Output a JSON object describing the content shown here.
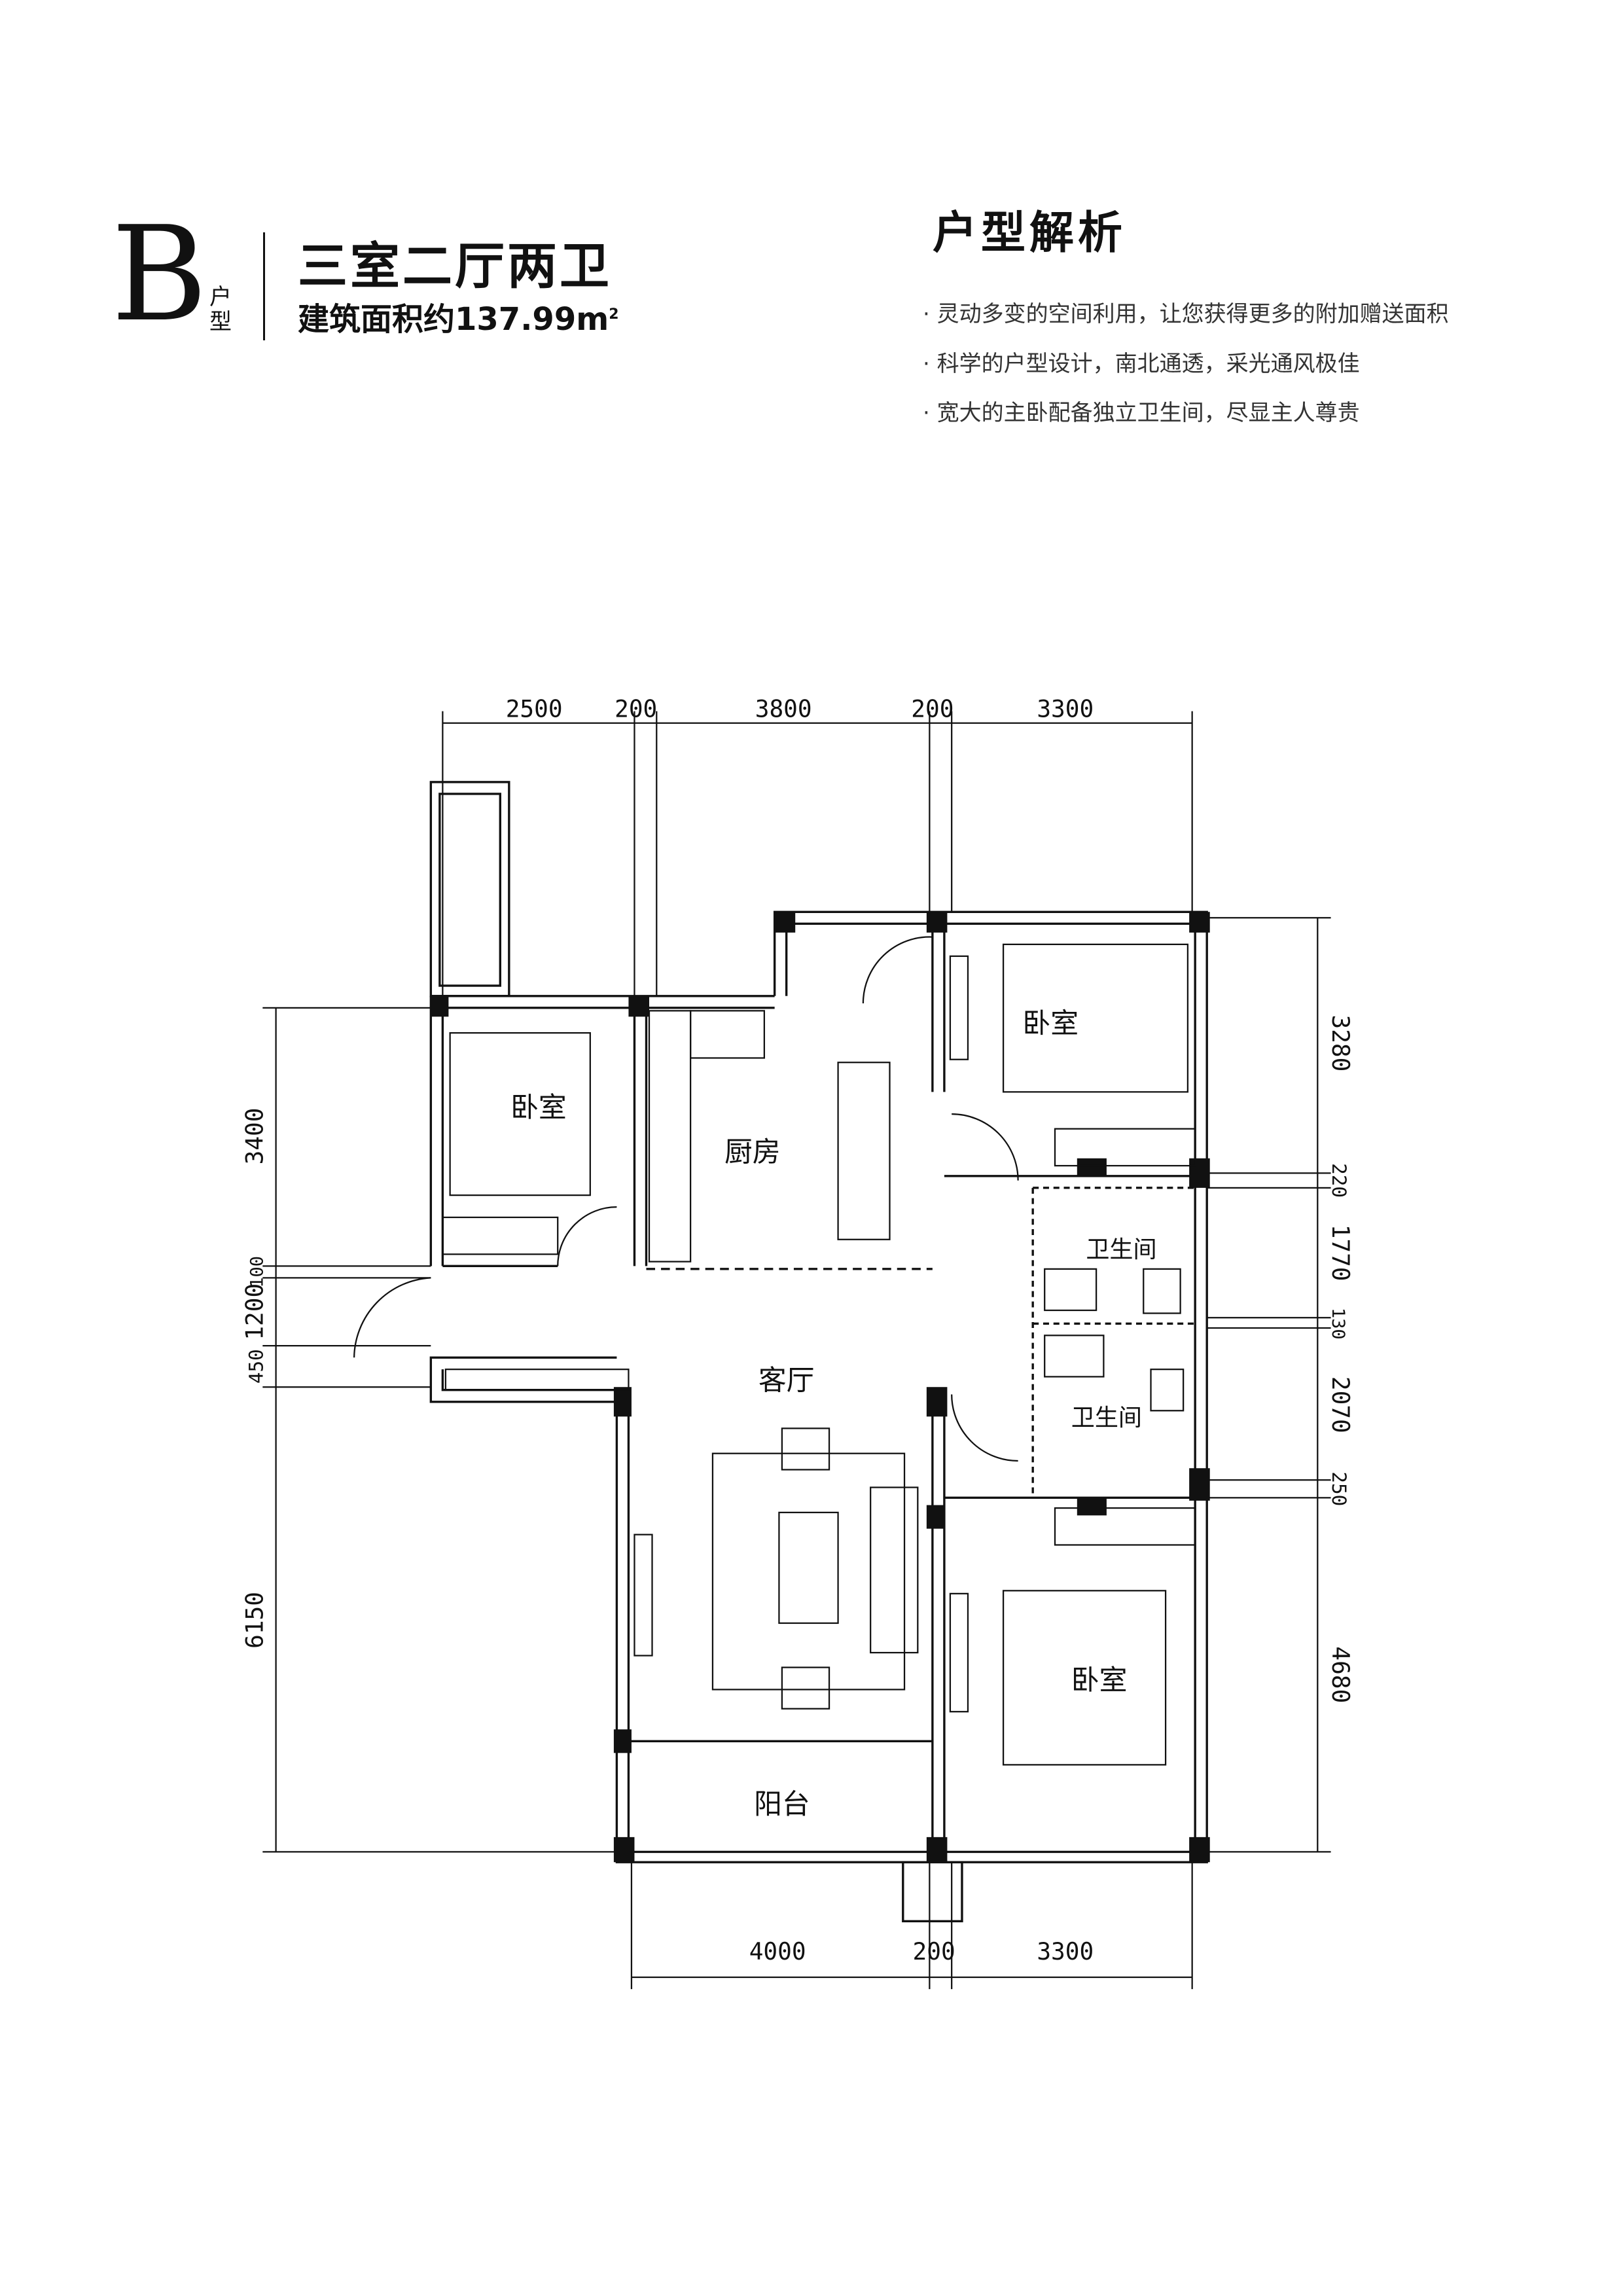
{
  "header": {
    "type_letter": "B",
    "type_label": "户型",
    "title": "三室二厅两卫",
    "area_label": "建筑面积约137.99m",
    "area_sup": "2"
  },
  "analysis": {
    "title": "户型解析",
    "points": [
      "· 灵动多变的空间利用，让您获得更多的附加赠送面积",
      "· 科学的户型设计，南北通透，采光通风极佳",
      "· 宽大的主卧配备独立卫生间，尽显主人尊贵"
    ]
  },
  "rooms": {
    "bedroom_west": "卧室",
    "kitchen": "厨房",
    "bedroom_north": "卧室",
    "bathroom_1": "卫生间",
    "bathroom_2": "卫生间",
    "living": "客厅",
    "bedroom_master": "卧室",
    "balcony": "阳台"
  },
  "dimensions": {
    "top": [
      "2500",
      "200",
      "3800",
      "200",
      "3300"
    ],
    "bottom": [
      "4000",
      "200",
      "3300"
    ],
    "left": [
      "3400",
      "100",
      "1200",
      "450",
      "6150"
    ],
    "right": [
      "3280",
      "220",
      "1770",
      "130",
      "2070",
      "250",
      "4680"
    ]
  }
}
